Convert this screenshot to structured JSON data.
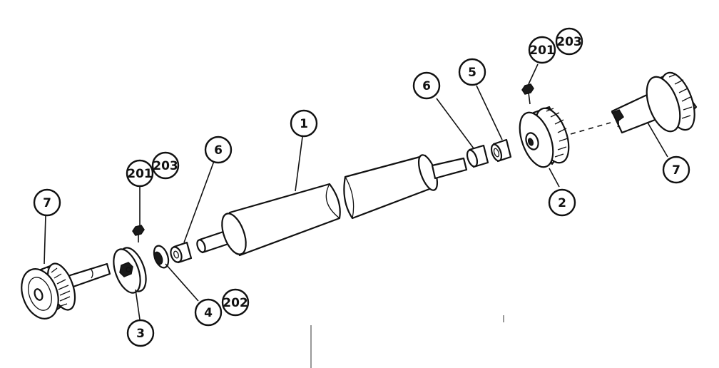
{
  "callouts": {
    "c1": "1",
    "c2": "2",
    "c3": "3",
    "c4": "4",
    "c202": "202",
    "c5": "5",
    "c6_left": "6",
    "c6_right": "6",
    "c7_left": "7",
    "c7_right": "7",
    "c201_left": "201",
    "c203_left": "203",
    "c201_right": "201",
    "c203_right": "203"
  }
}
